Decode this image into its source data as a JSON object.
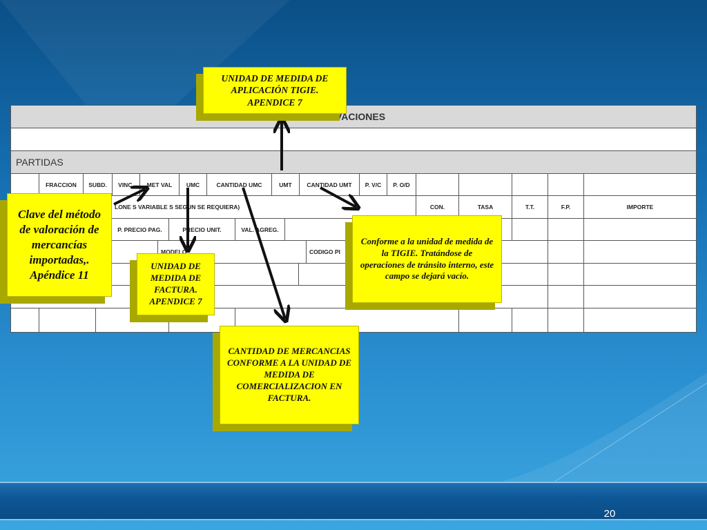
{
  "form": {
    "observaciones_label": "VACIONES",
    "partidas_label": "PARTIDAS",
    "header_row": [
      "FRACCION",
      "SUBD.",
      "VINC.",
      "MET VAL",
      "UMC",
      "CANTIDAD UMC",
      "UMT",
      "CANTIDAD UMT",
      "P. V/C",
      "P. O/D"
    ],
    "row2_text": "LONE S VARIABLE S SEGUN SE REQUIERA)",
    "row2_right": [
      "CON.",
      "TASA",
      "T.T.",
      "F.P.",
      "IMPORTE"
    ],
    "row3": [
      "P. PRECIO PAG.",
      "PRECIO UNIT.",
      "VAL. AGREG."
    ],
    "row4": [
      "MODELO",
      "CODIGO PI"
    ]
  },
  "callouts": {
    "umt": "UNIDAD DE MEDIDA DE APLICACIÓN TIGIE. APENDICE 7",
    "met_val": "Clave del método de valoración de mercancías importadas,. Apéndice 11",
    "umc": "UNIDAD DE MEDIDA DE FACTURA. APENDICE 7",
    "cantidad_umc": "CANTIDAD DE MERCANCIAS CONFORME A LA UNIDAD DE MEDIDA DE COMERCIALIZACION EN FACTURA.",
    "cantidad_umt": "Conforme a la unidad de medida de la TIGIE. Tratándose de operaciones de tránsito interno, este campo se dejará vacío."
  },
  "colors": {
    "callout": "#ffff00",
    "background": "#1670b3"
  },
  "footer": {
    "page_number": "20"
  }
}
